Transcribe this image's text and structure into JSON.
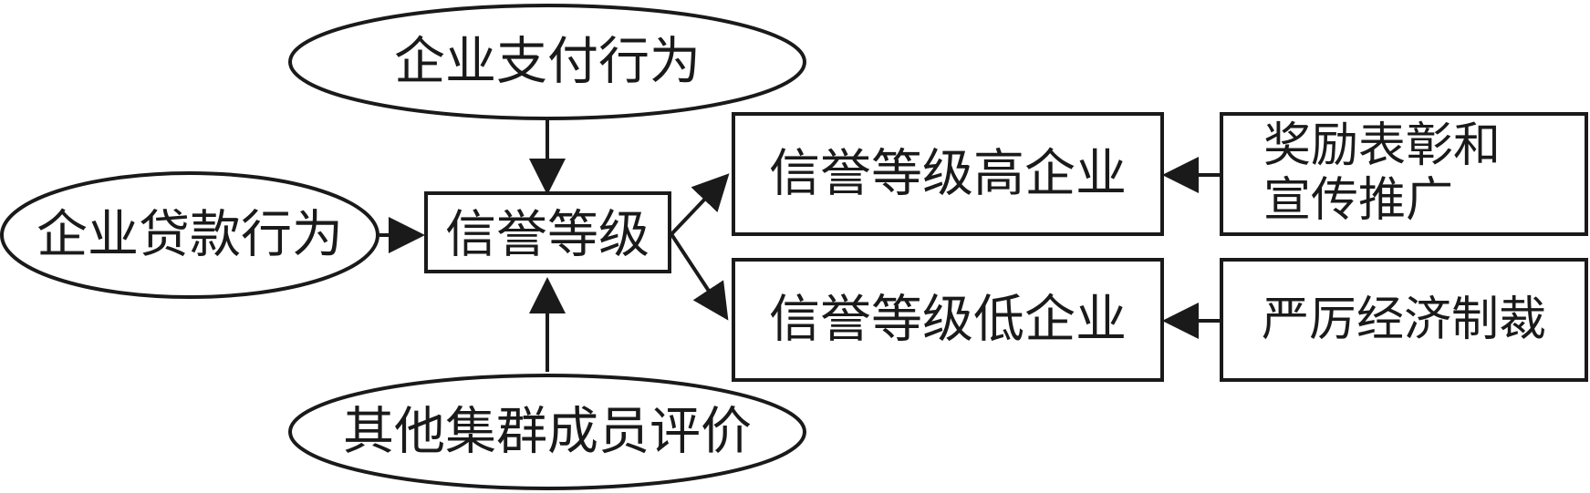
{
  "nodes": {
    "payment_behavior": "企业支付行为",
    "loan_behavior": "企业贷款行为",
    "credit_rating": "信誉等级",
    "member_evaluation": "其他集群成员评价",
    "high_rating_firms": "信誉等级高企业",
    "low_rating_firms": "信誉等级低企业",
    "reward_line1": "奖励表彰和",
    "reward_line2": "宣传推广",
    "sanctions": "严厉经济制裁"
  },
  "colors": {
    "stroke": "#1a1a1a",
    "background": "#ffffff"
  }
}
